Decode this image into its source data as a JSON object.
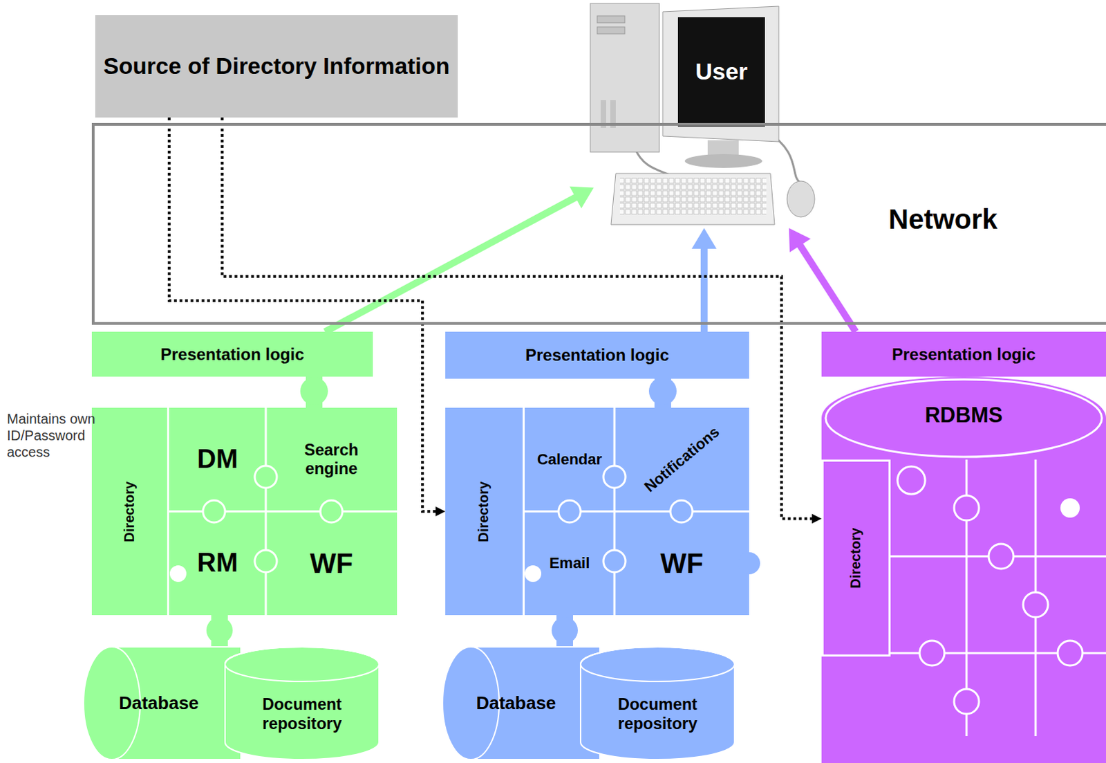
{
  "diagram": {
    "nodes": [
      {
        "text": [
          "Source of Directory Information"
        ]
      },
      {
        "text": [
          "User"
        ]
      },
      {
        "text": [
          "Network"
        ]
      },
      {
        "text": [
          "Presentation logic"
        ]
      },
      {
        "text": [
          "Directory"
        ]
      },
      {
        "text": [
          "DM"
        ]
      },
      {
        "text": [
          "Search engine"
        ]
      },
      {
        "text": [
          "RM"
        ]
      },
      {
        "text": [
          "WF"
        ]
      },
      {
        "text": [
          "Database"
        ]
      },
      {
        "text": [
          "Document repository"
        ]
      },
      {
        "text": [
          "Presentation logic"
        ]
      },
      {
        "text": [
          "Directory"
        ]
      },
      {
        "text": [
          "Calendar"
        ]
      },
      {
        "text": [
          "Notifications"
        ]
      },
      {
        "text": [
          "Email"
        ]
      },
      {
        "text": [
          "WF"
        ]
      },
      {
        "text": [
          "Database"
        ]
      },
      {
        "text": [
          "Document repository"
        ]
      },
      {
        "text": [
          "Presentation logic"
        ]
      },
      {
        "text": [
          "RDBMS"
        ]
      },
      {
        "text": [
          "Directory"
        ],
        "in": 20
      }
    ],
    "edges": [
      {
        "from": 3,
        "to": 1,
        "arrow": "to"
      },
      {
        "from": 11,
        "to": 1,
        "arrow": "to"
      },
      {
        "from": 19,
        "to": 1,
        "arrow": "to"
      },
      {
        "from": 0,
        "to": 12,
        "arrow": "to"
      },
      {
        "from": 0,
        "to": 21,
        "arrow": "to"
      }
    ],
    "labels": [
      "Maintains own ID/Password access"
    ]
  }
}
